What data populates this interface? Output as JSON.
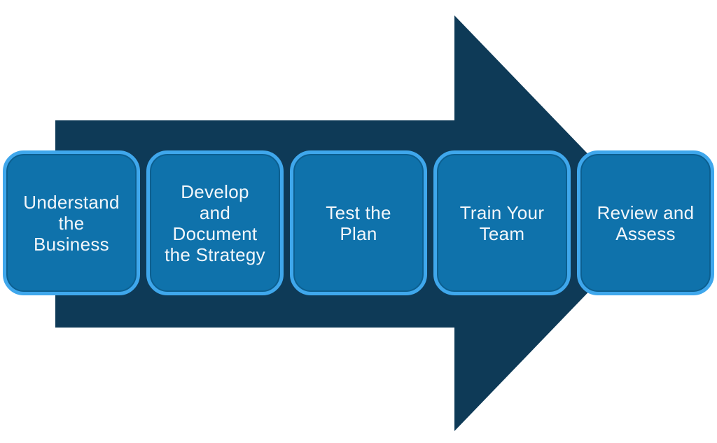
{
  "colors": {
    "background": "#ffffff",
    "arrow": "#0e3a57",
    "step_fill": "#0f72ab",
    "step_border": "#3fa7ec",
    "step_text": "#f2f6fa"
  },
  "arrow": {
    "direction": "right"
  },
  "steps": [
    {
      "label": "Understand the Business",
      "lines": [
        "Understand",
        "the",
        "Business"
      ]
    },
    {
      "label": "Develop and Document the Strategy",
      "lines": [
        "Develop",
        "and",
        "Document",
        "the Strategy"
      ]
    },
    {
      "label": "Test the Plan",
      "lines": [
        "Test the",
        "Plan"
      ]
    },
    {
      "label": "Train Your Team",
      "lines": [
        "Train Your",
        "Team"
      ]
    },
    {
      "label": "Review and Assess",
      "lines": [
        "Review and",
        "Assess"
      ]
    }
  ]
}
